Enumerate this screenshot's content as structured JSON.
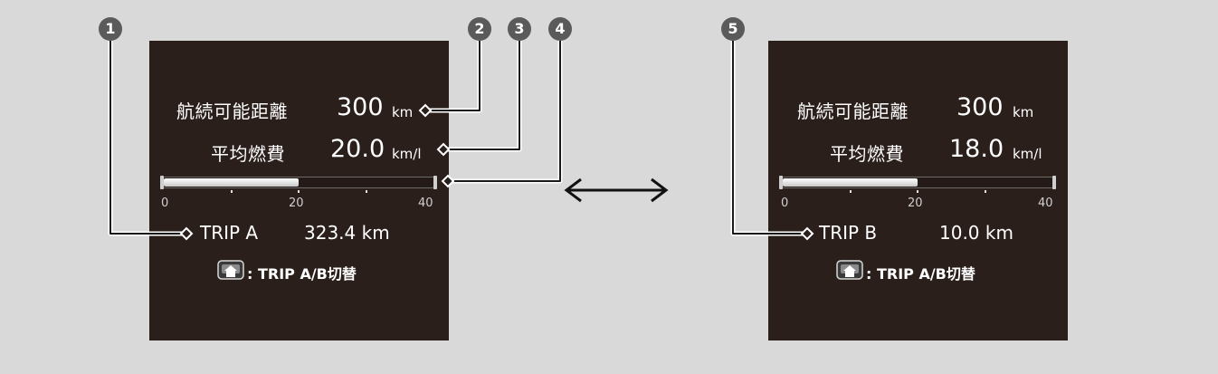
{
  "screen_a": {
    "range_label": "航続可能距離",
    "range_value": "300",
    "range_unit": "km",
    "economy_label": "平均燃費",
    "economy_value": "20.0",
    "economy_unit": "km/l",
    "gauge_fraction": 0.5,
    "scale": [
      "0",
      "20",
      "40"
    ],
    "trip_label": "TRIP A",
    "trip_value": "323.4 km",
    "switch_text": ": TRIP A/B切替"
  },
  "screen_b": {
    "range_label": "航続可能距離",
    "range_value": "300",
    "range_unit": "km",
    "economy_label": "平均燃費",
    "economy_value": "18.0",
    "economy_unit": "km/l",
    "gauge_fraction": 0.5,
    "scale": [
      "0",
      "20",
      "40"
    ],
    "trip_label": "TRIP B",
    "trip_value": "10.0 km",
    "switch_text": ": TRIP A/B切替"
  },
  "callouts": [
    "1",
    "2",
    "3",
    "4",
    "5"
  ],
  "colors": {
    "background": "#d8d9d8",
    "screen": "#2b1f1c",
    "callout": "#5a5a5a",
    "text": "#ffffff"
  },
  "icons": {
    "toggle": "double-arrow-icon",
    "switch": "trip-switch-icon"
  }
}
